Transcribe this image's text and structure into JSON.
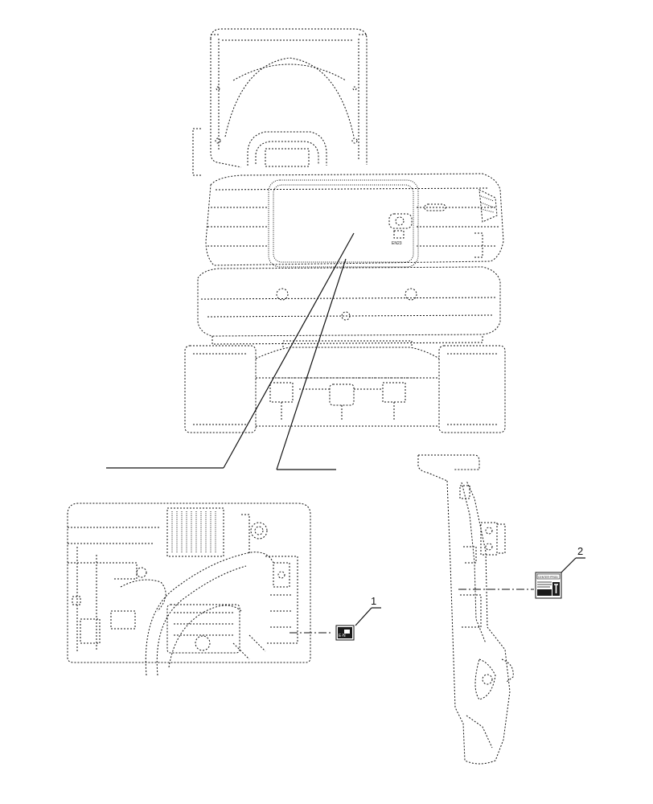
{
  "callouts": [
    {
      "id": "1",
      "label": "1"
    },
    {
      "id": "2",
      "label": "2"
    }
  ],
  "decal_text": {
    "engine_marking": "EN23",
    "label1_mark": "E·N",
    "label2_header": "CENTER·PROD"
  }
}
